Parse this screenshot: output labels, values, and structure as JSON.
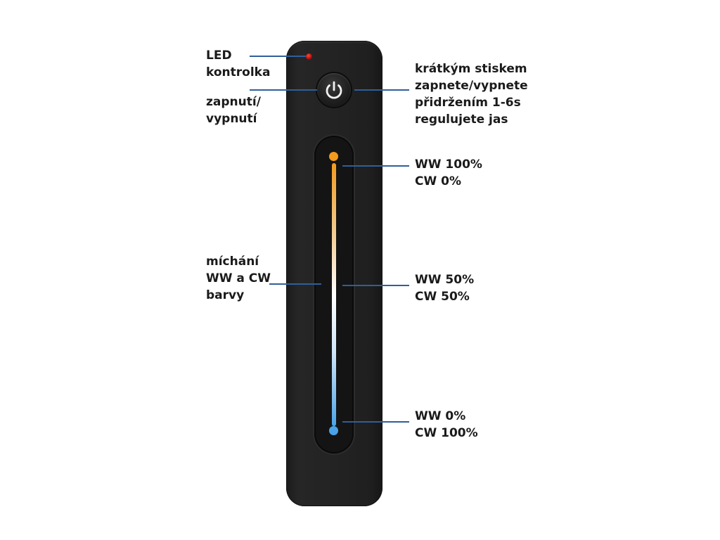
{
  "labels": {
    "led": [
      "LED",
      "kontrolka"
    ],
    "power": [
      "zapnutí/",
      "vypnutí"
    ],
    "press": [
      "krátkým stiskem",
      "zapnete/vypnete",
      "přidržením 1-6s",
      "regulujete jas"
    ],
    "mix": [
      "míchání",
      "WW a CW",
      "barvy"
    ],
    "top": [
      "WW 100%",
      "CW 0%"
    ],
    "middle": [
      "WW 50%",
      "CW 50%"
    ],
    "bottom": [
      "WW 0%",
      "CW 100%"
    ]
  },
  "icons": {
    "power": "power-icon",
    "led": "led-indicator-icon"
  },
  "colors": {
    "warm": "#f29a1e",
    "cool": "#4aa3e8",
    "leader": "#2f5f9a",
    "led_red": "#d01a1a",
    "body": "#222222"
  }
}
